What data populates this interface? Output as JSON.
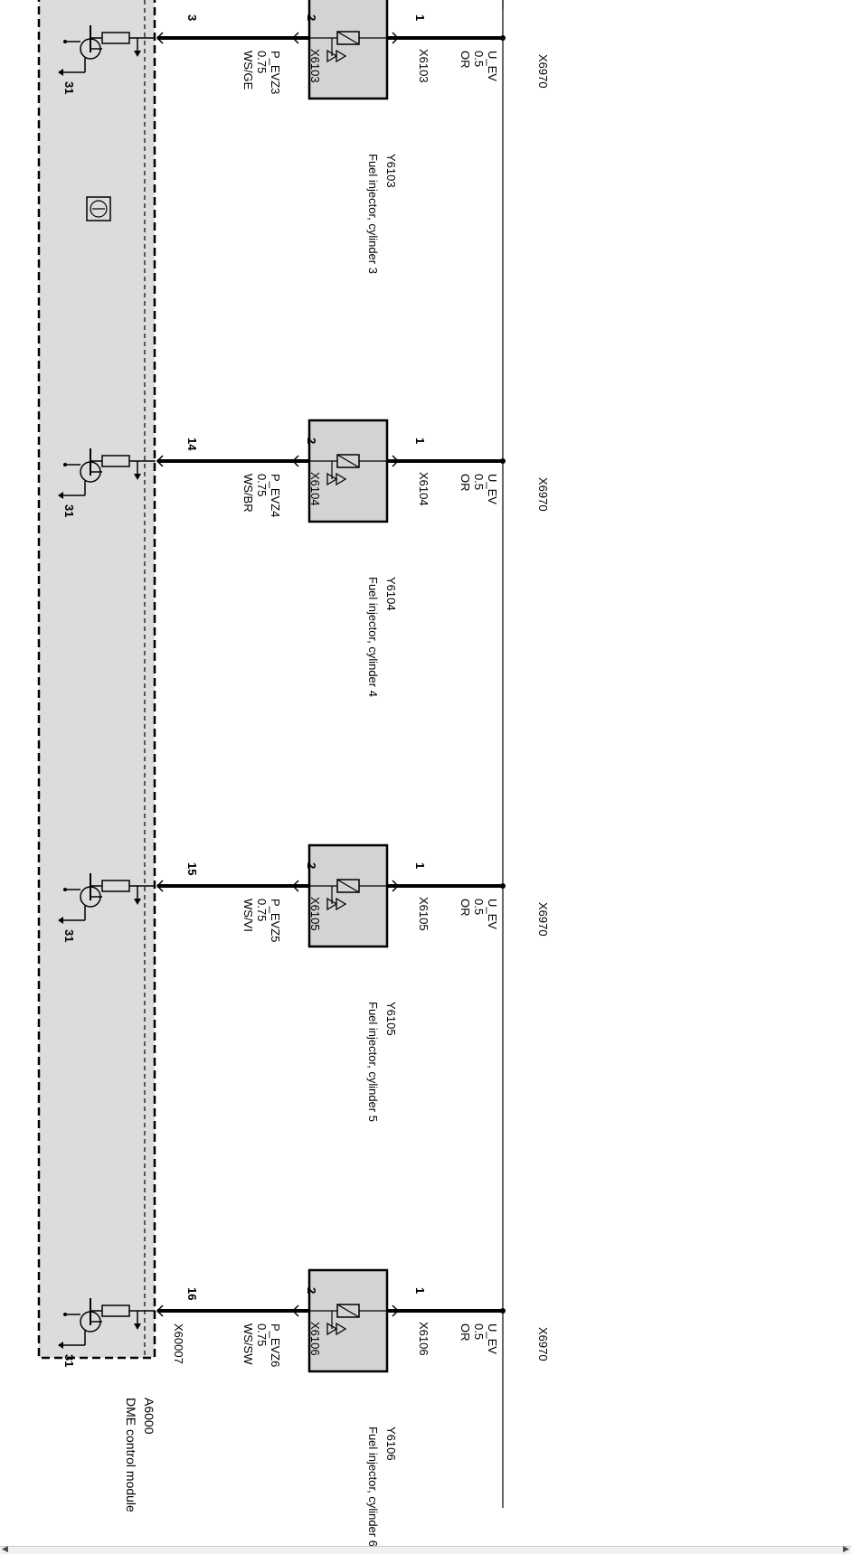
{
  "module": {
    "ref": "A6000",
    "name": "DME control module",
    "ground_label": "31"
  },
  "output_connector": "X60007",
  "supply_connector": "X6970",
  "injectors": [
    {
      "ref": "Y6103",
      "name": "Fuel injector, cylinder 3",
      "connector": "X6103",
      "pin_supply": "1",
      "pin_signal": "2",
      "module_pin": "3",
      "supply_wire": {
        "signal": "U_EV",
        "size": "0.5",
        "color": "OR"
      },
      "signal_wire": {
        "signal": "P_EVZ3",
        "size": "0.75",
        "color": "WS/GE"
      }
    },
    {
      "ref": "Y6104",
      "name": "Fuel injector, cylinder 4",
      "connector": "X6104",
      "pin_supply": "1",
      "pin_signal": "2",
      "module_pin": "14",
      "supply_wire": {
        "signal": "U_EV",
        "size": "0.5",
        "color": "OR"
      },
      "signal_wire": {
        "signal": "P_EVZ4",
        "size": "0.75",
        "color": "WS/BR"
      }
    },
    {
      "ref": "Y6105",
      "name": "Fuel injector, cylinder 5",
      "connector": "X6105",
      "pin_supply": "1",
      "pin_signal": "2",
      "module_pin": "15",
      "supply_wire": {
        "signal": "U_EV",
        "size": "0.5",
        "color": "OR"
      },
      "signal_wire": {
        "signal": "P_EVZ5",
        "size": "0.75",
        "color": "WS/VI"
      }
    },
    {
      "ref": "Y6106",
      "name": "Fuel injector, cylinder 6",
      "connector": "X6106",
      "pin_supply": "1",
      "pin_signal": "2",
      "module_pin": "16",
      "supply_wire": {
        "signal": "U_EV",
        "size": "0.5",
        "color": "OR"
      },
      "signal_wire": {
        "signal": "P_EVZ6",
        "size": "0.75",
        "color": "WS/SW"
      }
    }
  ],
  "colors": {
    "module_fill": "#dcdcdc",
    "injector_fill": "#d3d3d3",
    "line": "#000000"
  }
}
